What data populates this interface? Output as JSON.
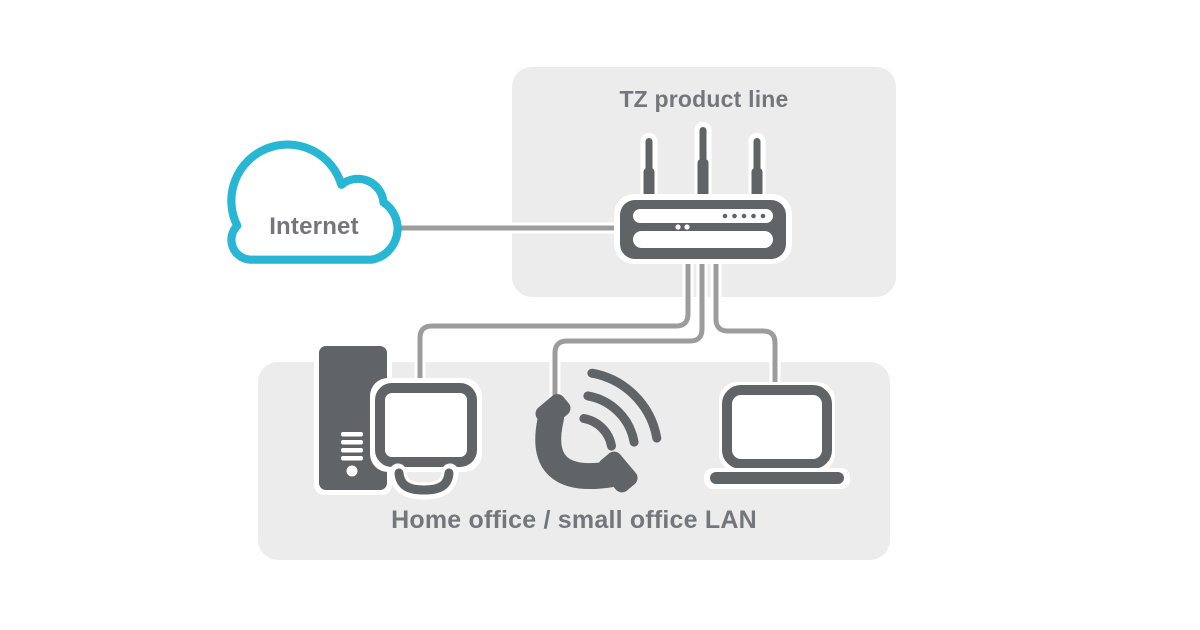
{
  "labels": {
    "internet": "Internet",
    "router_panel_title": "TZ product line",
    "lan_caption": "Home office / small office LAN"
  },
  "colors": {
    "accent_cyan": "#27B6D3",
    "icon_gray": "#616467",
    "connector_gray": "#9C9C9C",
    "panel_gray": "#ECECEC",
    "label_gray": "#73767A",
    "background": "#FFFFFF"
  },
  "icons": [
    {
      "name": "internet-cloud-icon"
    },
    {
      "name": "firewall-router-icon"
    },
    {
      "name": "desktop-computer-icon"
    },
    {
      "name": "voip-phone-icon"
    },
    {
      "name": "wireless-waves-icon"
    },
    {
      "name": "laptop-icon"
    }
  ]
}
